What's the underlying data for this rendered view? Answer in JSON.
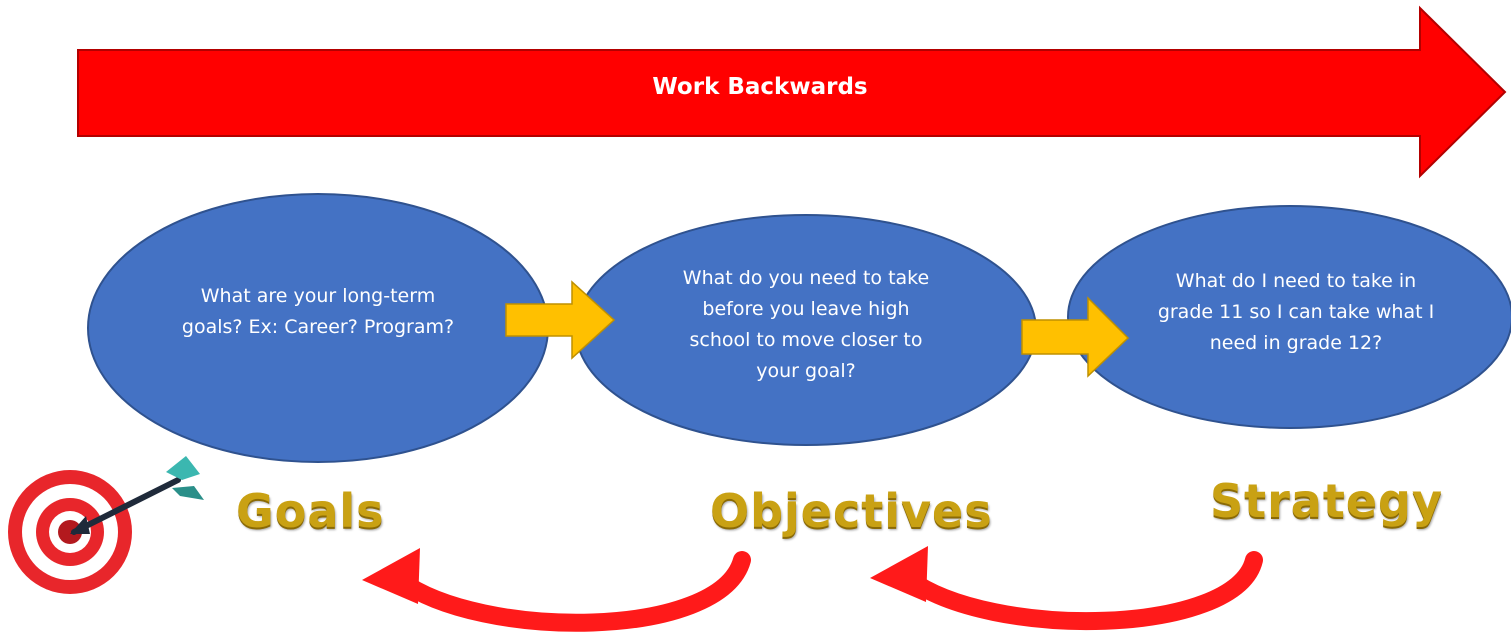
{
  "banner": {
    "label": "Work Backwards",
    "color": "#ff0000"
  },
  "bubbles": [
    {
      "text": "What are your long-term goals? Ex: Career? Program?"
    },
    {
      "text": "What do you need to take before you leave high school to move closer to your goal?"
    },
    {
      "text": "What do I need to take in grade 11 so I can take what I need in grade 12?"
    }
  ],
  "bubble_color": "#4472c4",
  "connector_arrow_color": "#ffc000",
  "labels": {
    "goals": "Goals",
    "objectives": "Objectives",
    "strategy": "Strategy"
  },
  "label_color": "#c9a113",
  "return_arrow_color": "#ff1a1a",
  "icons": [
    "target-with-arrow-icon"
  ]
}
